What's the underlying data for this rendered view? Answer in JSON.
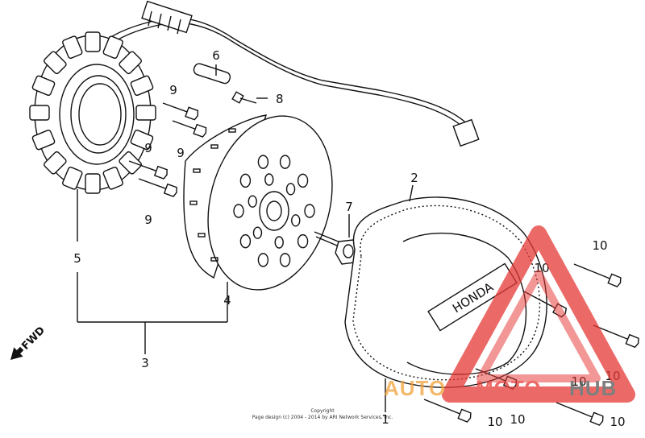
{
  "diagram": {
    "fwd_label": "FWD",
    "cover_emblem": "HONDA"
  },
  "labels": {
    "1": "1",
    "2": "2",
    "3": "3",
    "4": "4",
    "5": "5",
    "6": "6",
    "7": "7",
    "8": "8",
    "9": "9",
    "10": "10"
  },
  "watermark": {
    "part1": "AUTO",
    "part2": "MOTO",
    "part3": "HUB"
  },
  "copyright": {
    "line1": "Copyright",
    "line2": "Page design (c) 2004 - 2014 by ARI Network Services, Inc."
  }
}
